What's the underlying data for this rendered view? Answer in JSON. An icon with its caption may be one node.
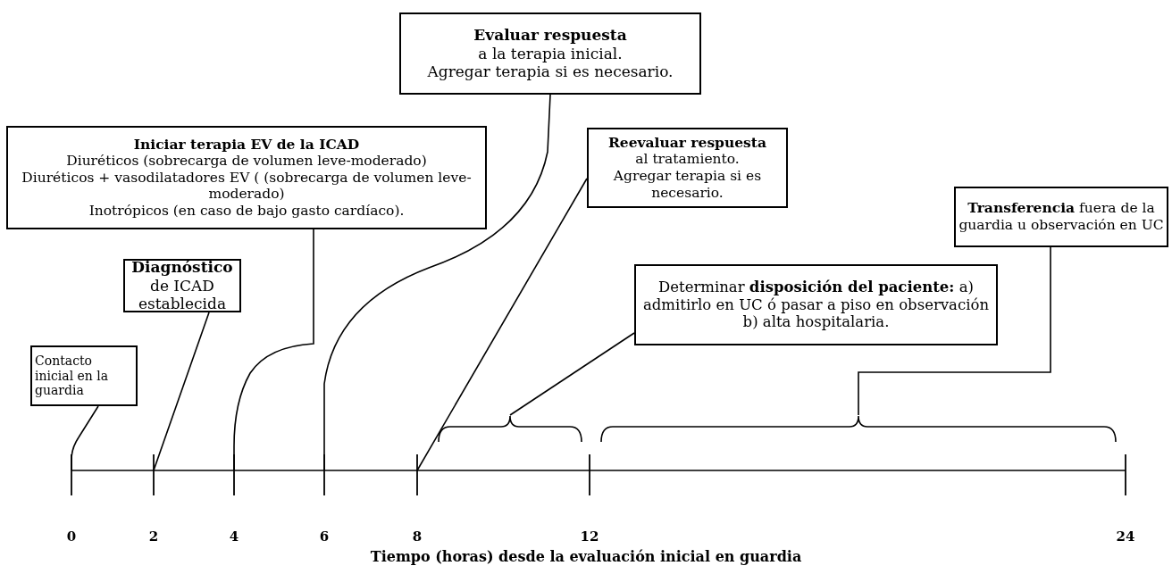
{
  "diagram": {
    "caption": "Tiempo (horas) desde la evaluación inicial en guardia",
    "nodes": [
      {
        "text": [
          "Evaluar respuesta",
          "a la terapia inicial.",
          "Agregar terapia si es necesario."
        ]
      },
      {
        "text": [
          "Iniciar terapia EV de la ICAD",
          "Diuréticos (sobrecarga de volumen leve-moderado)",
          "Diuréticos + vasodilatadores EV ( (sobrecarga de volumen leve-moderado)",
          "Inotrópicos (en caso de bajo gasto cardíaco)."
        ]
      },
      {
        "text": [
          "Reevaluar respuesta",
          "al tratamiento.",
          "Agregar terapia si es necesario."
        ]
      },
      {
        "text": [
          "**Transferencia** fuera de la guardia u observación en UC"
        ]
      },
      {
        "text": [
          "**Diagnóstico** de ICAD establecida"
        ]
      },
      {
        "text": [
          "Determinar **disposición del paciente:** a) admitirlo en UC ó pasar a piso en observación b) alta hospitalaria."
        ]
      },
      {
        "text": [
          "Contacto inicial en la guardia"
        ]
      },
      {
        "text": [],
        "shape": "bracket"
      },
      {
        "text": [],
        "shape": "bracket"
      }
    ],
    "edges": [
      {
        "from": 6,
        "to": null,
        "arrow": "none"
      },
      {
        "from": 4,
        "to": null,
        "arrow": "none"
      },
      {
        "from": 1,
        "to": null,
        "arrow": "none"
      },
      {
        "from": 0,
        "to": null,
        "arrow": "none"
      },
      {
        "from": 2,
        "to": null,
        "arrow": "none"
      },
      {
        "from": 5,
        "to": 7,
        "arrow": "none"
      },
      {
        "from": 3,
        "to": 8,
        "arrow": "none"
      }
    ],
    "labels": [
      "0",
      "2",
      "4",
      "6",
      "8",
      "12",
      "24"
    ]
  }
}
